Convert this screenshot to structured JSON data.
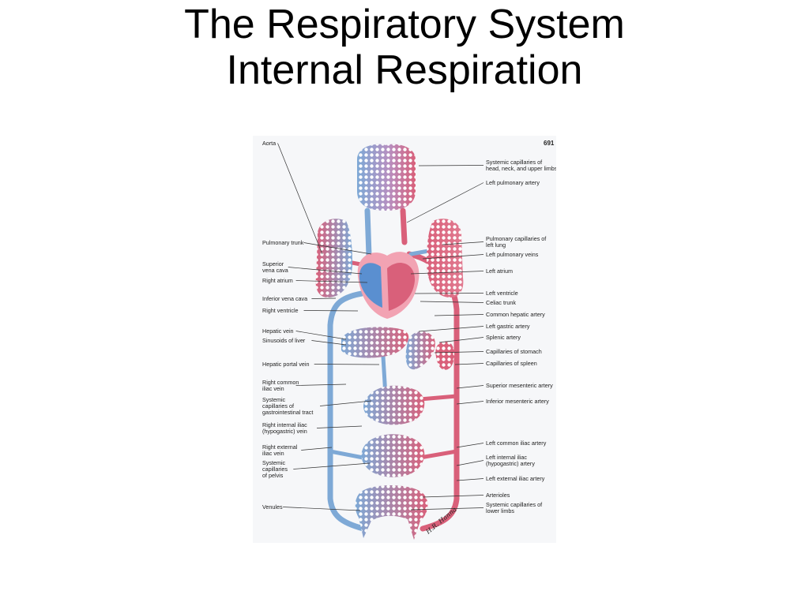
{
  "title": {
    "line1": "The Respiratory System",
    "line2": "Internal Respiration"
  },
  "figure": {
    "page_number": "691",
    "signature": "H.R. Hanna",
    "colors": {
      "venous": "#7ea9d6",
      "arterial": "#d9607a",
      "capillary_mesh": "#ffffff",
      "background": "#f6f7f9"
    },
    "labels_left": [
      [
        "Aorta"
      ],
      [
        "Pulmonary trunk"
      ],
      [
        "Superior",
        "vena cava"
      ],
      [
        "Right atrium"
      ],
      [
        "Inferior vena cava"
      ],
      [
        "Right ventricle"
      ],
      [
        "Hepatic vein"
      ],
      [
        "Sinusoids of liver"
      ],
      [
        "Hepatic portal vein"
      ],
      [
        "Right common",
        "iliac vein"
      ],
      [
        "Systemic",
        "capillaries of",
        "gastrointestinal tract"
      ],
      [
        "Right internal iliac",
        "(hypogastric) vein"
      ],
      [
        "Right external",
        "iliac vein"
      ],
      [
        "Systemic",
        "capillaries",
        "of pelvis"
      ],
      [
        "Venules"
      ]
    ],
    "labels_right": [
      [
        "Systemic capillaries of",
        "head, neck, and upper limbs"
      ],
      [
        "Left pulmonary artery"
      ],
      [
        "Pulmonary capillaries of",
        "left lung"
      ],
      [
        "Left pulmonary veins"
      ],
      [
        "Left atrium"
      ],
      [
        "Left ventricle"
      ],
      [
        "Celiac trunk"
      ],
      [
        "Common hepatic artery"
      ],
      [
        "Left gastric artery"
      ],
      [
        "Splenic artery"
      ],
      [
        "Capillaries of stomach"
      ],
      [
        "Capillaries of spleen"
      ],
      [
        "Superior mesenteric artery"
      ],
      [
        "Inferior mesenteric artery"
      ],
      [
        "Left common iliac artery"
      ],
      [
        "Left internal iliac",
        "(hypogastric) artery"
      ],
      [
        "Left external iliac artery"
      ],
      [
        "Arterioles"
      ],
      [
        "Systemic capillaries of",
        "lower limbs"
      ]
    ]
  }
}
